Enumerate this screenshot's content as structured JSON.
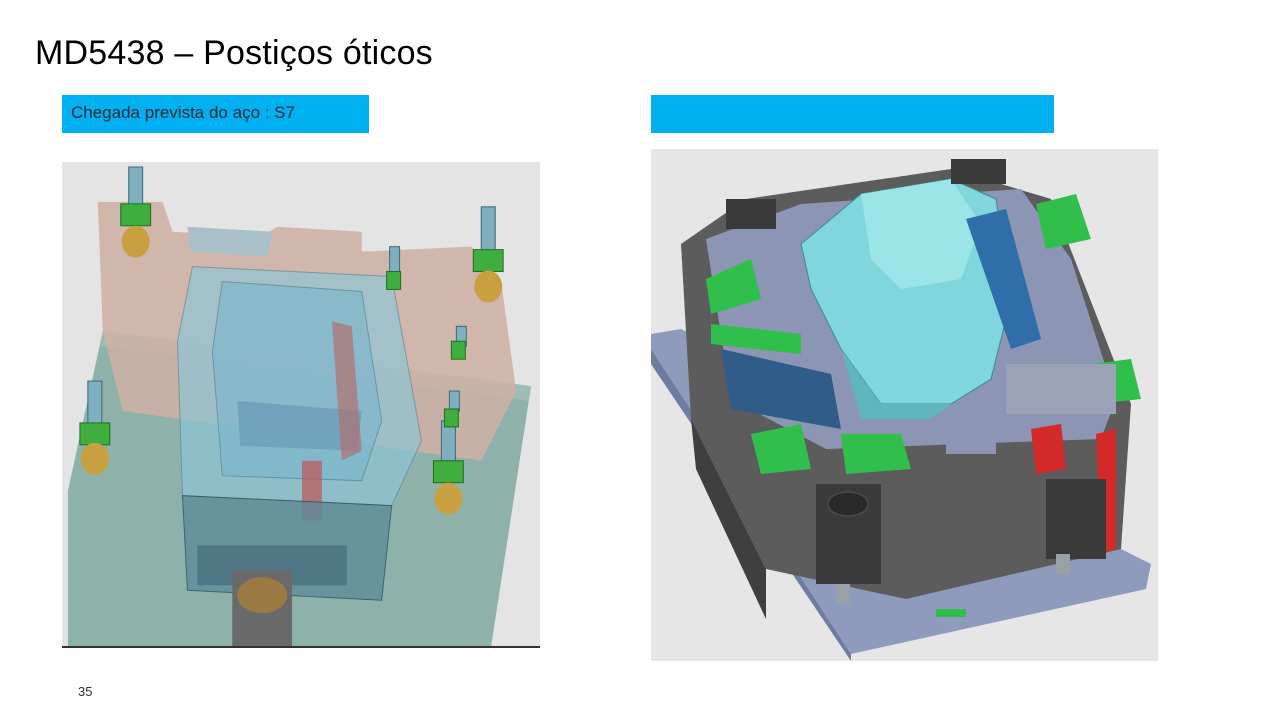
{
  "slide": {
    "title": "MD5438 – Postiços óticos",
    "label": "Chegada prevista do aço : S7",
    "label2": "",
    "page_number": "35"
  },
  "colors": {
    "accent": "#00b0f0",
    "background": "#ffffff"
  },
  "images": {
    "left": "mold-transparent-view",
    "right": "mold-solid-view"
  }
}
